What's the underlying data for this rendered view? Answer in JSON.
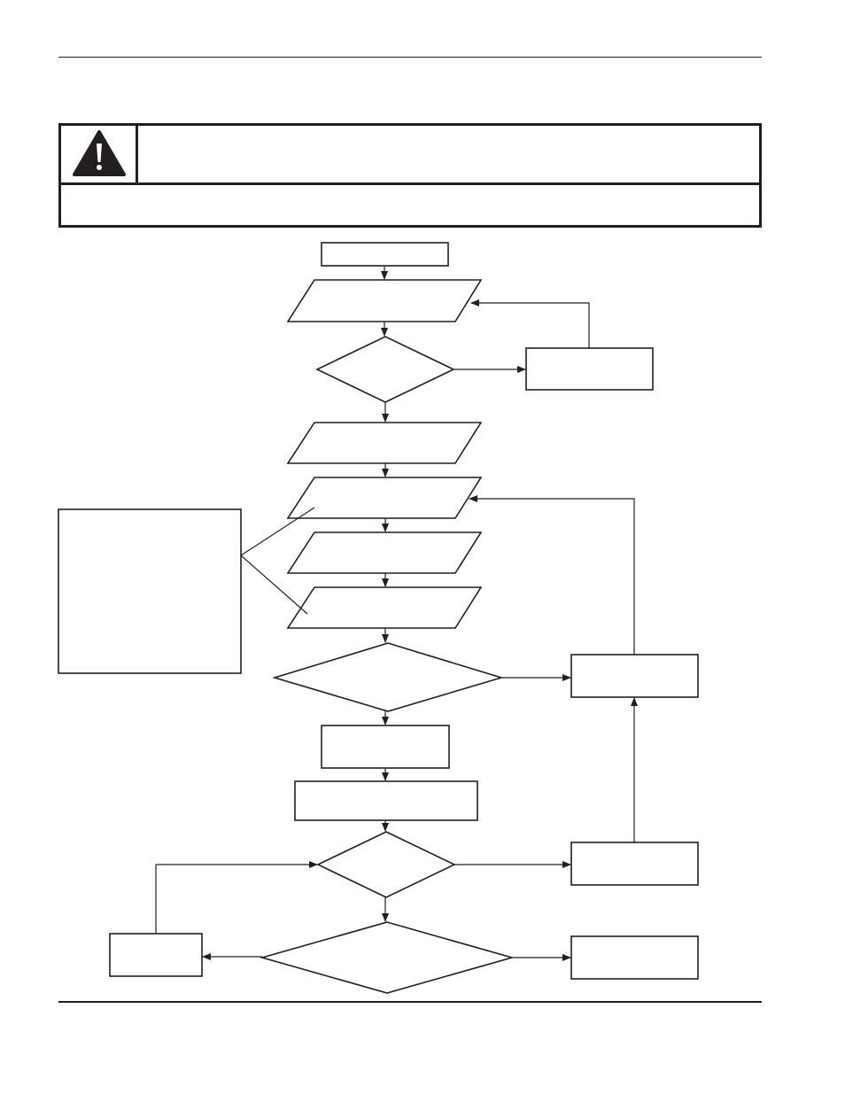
{
  "page": {
    "header_text": "",
    "footer_text": ""
  },
  "warning_box": {
    "icon": "warning-triangle-icon",
    "title": "",
    "body": ""
  },
  "flowchart": {
    "nodes": [
      {
        "id": "start",
        "shape": "terminal",
        "text": ""
      },
      {
        "id": "io1",
        "shape": "parallelogram",
        "text": ""
      },
      {
        "id": "d1",
        "shape": "diamond",
        "text": ""
      },
      {
        "id": "p1",
        "shape": "process",
        "text": ""
      },
      {
        "id": "io2",
        "shape": "parallelogram",
        "text": ""
      },
      {
        "id": "io3",
        "shape": "parallelogram",
        "text": ""
      },
      {
        "id": "io4",
        "shape": "parallelogram",
        "text": ""
      },
      {
        "id": "io5",
        "shape": "parallelogram",
        "text": ""
      },
      {
        "id": "note",
        "shape": "annotation",
        "text": ""
      },
      {
        "id": "d2",
        "shape": "diamond",
        "text": ""
      },
      {
        "id": "p2",
        "shape": "process",
        "text": ""
      },
      {
        "id": "p3",
        "shape": "process",
        "text": ""
      },
      {
        "id": "p4",
        "shape": "process",
        "text": ""
      },
      {
        "id": "d3",
        "shape": "diamond",
        "text": ""
      },
      {
        "id": "p5",
        "shape": "process",
        "text": ""
      },
      {
        "id": "d4",
        "shape": "diamond",
        "text": ""
      },
      {
        "id": "p6",
        "shape": "process",
        "text": ""
      },
      {
        "id": "p7",
        "shape": "process",
        "text": ""
      }
    ],
    "edges": [
      {
        "from": "start",
        "to": "io1"
      },
      {
        "from": "io1",
        "to": "d1"
      },
      {
        "from": "d1",
        "to": "p1"
      },
      {
        "from": "p1",
        "to": "io1"
      },
      {
        "from": "d1",
        "to": "io2"
      },
      {
        "from": "io2",
        "to": "io3"
      },
      {
        "from": "io3",
        "to": "io4"
      },
      {
        "from": "io4",
        "to": "io5"
      },
      {
        "from": "io5",
        "to": "d2"
      },
      {
        "from": "d2",
        "to": "p2"
      },
      {
        "from": "p2",
        "to": "io3"
      },
      {
        "from": "d2",
        "to": "p3"
      },
      {
        "from": "p3",
        "to": "p4"
      },
      {
        "from": "p4",
        "to": "d3"
      },
      {
        "from": "d3",
        "to": "p5"
      },
      {
        "from": "p5",
        "to": "p2"
      },
      {
        "from": "d3",
        "to": "d4"
      },
      {
        "from": "d4",
        "to": "p6"
      },
      {
        "from": "p6",
        "to": "d3"
      },
      {
        "from": "d4",
        "to": "p7"
      }
    ]
  }
}
